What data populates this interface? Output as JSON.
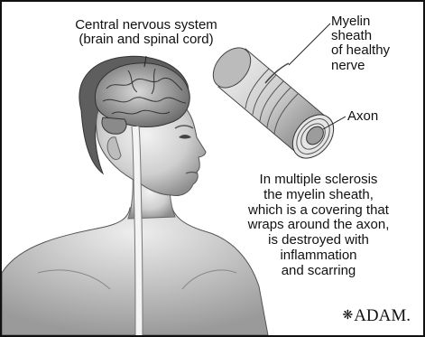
{
  "labels": {
    "cns": "Central nervous system\n(brain and spinal cord)",
    "myelin": "Myelin\nsheath\nof healthy\nnerve",
    "axon": "Axon",
    "ms": "In multiple sclerosis\nthe myelin sheath,\nwhich is a covering that\nwraps around the axon,\nis destroyed with\ninflammation\nand scarring"
  },
  "logo": {
    "star": "❋",
    "text": "ADAM."
  }
}
